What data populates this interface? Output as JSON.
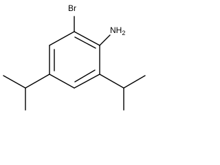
{
  "molecule": {
    "atom_labels": {
      "bromine": "Br",
      "amine": "NH",
      "amine_subscript": "2"
    },
    "colors": {
      "ink": "#000000",
      "background": "#ffffff"
    }
  }
}
